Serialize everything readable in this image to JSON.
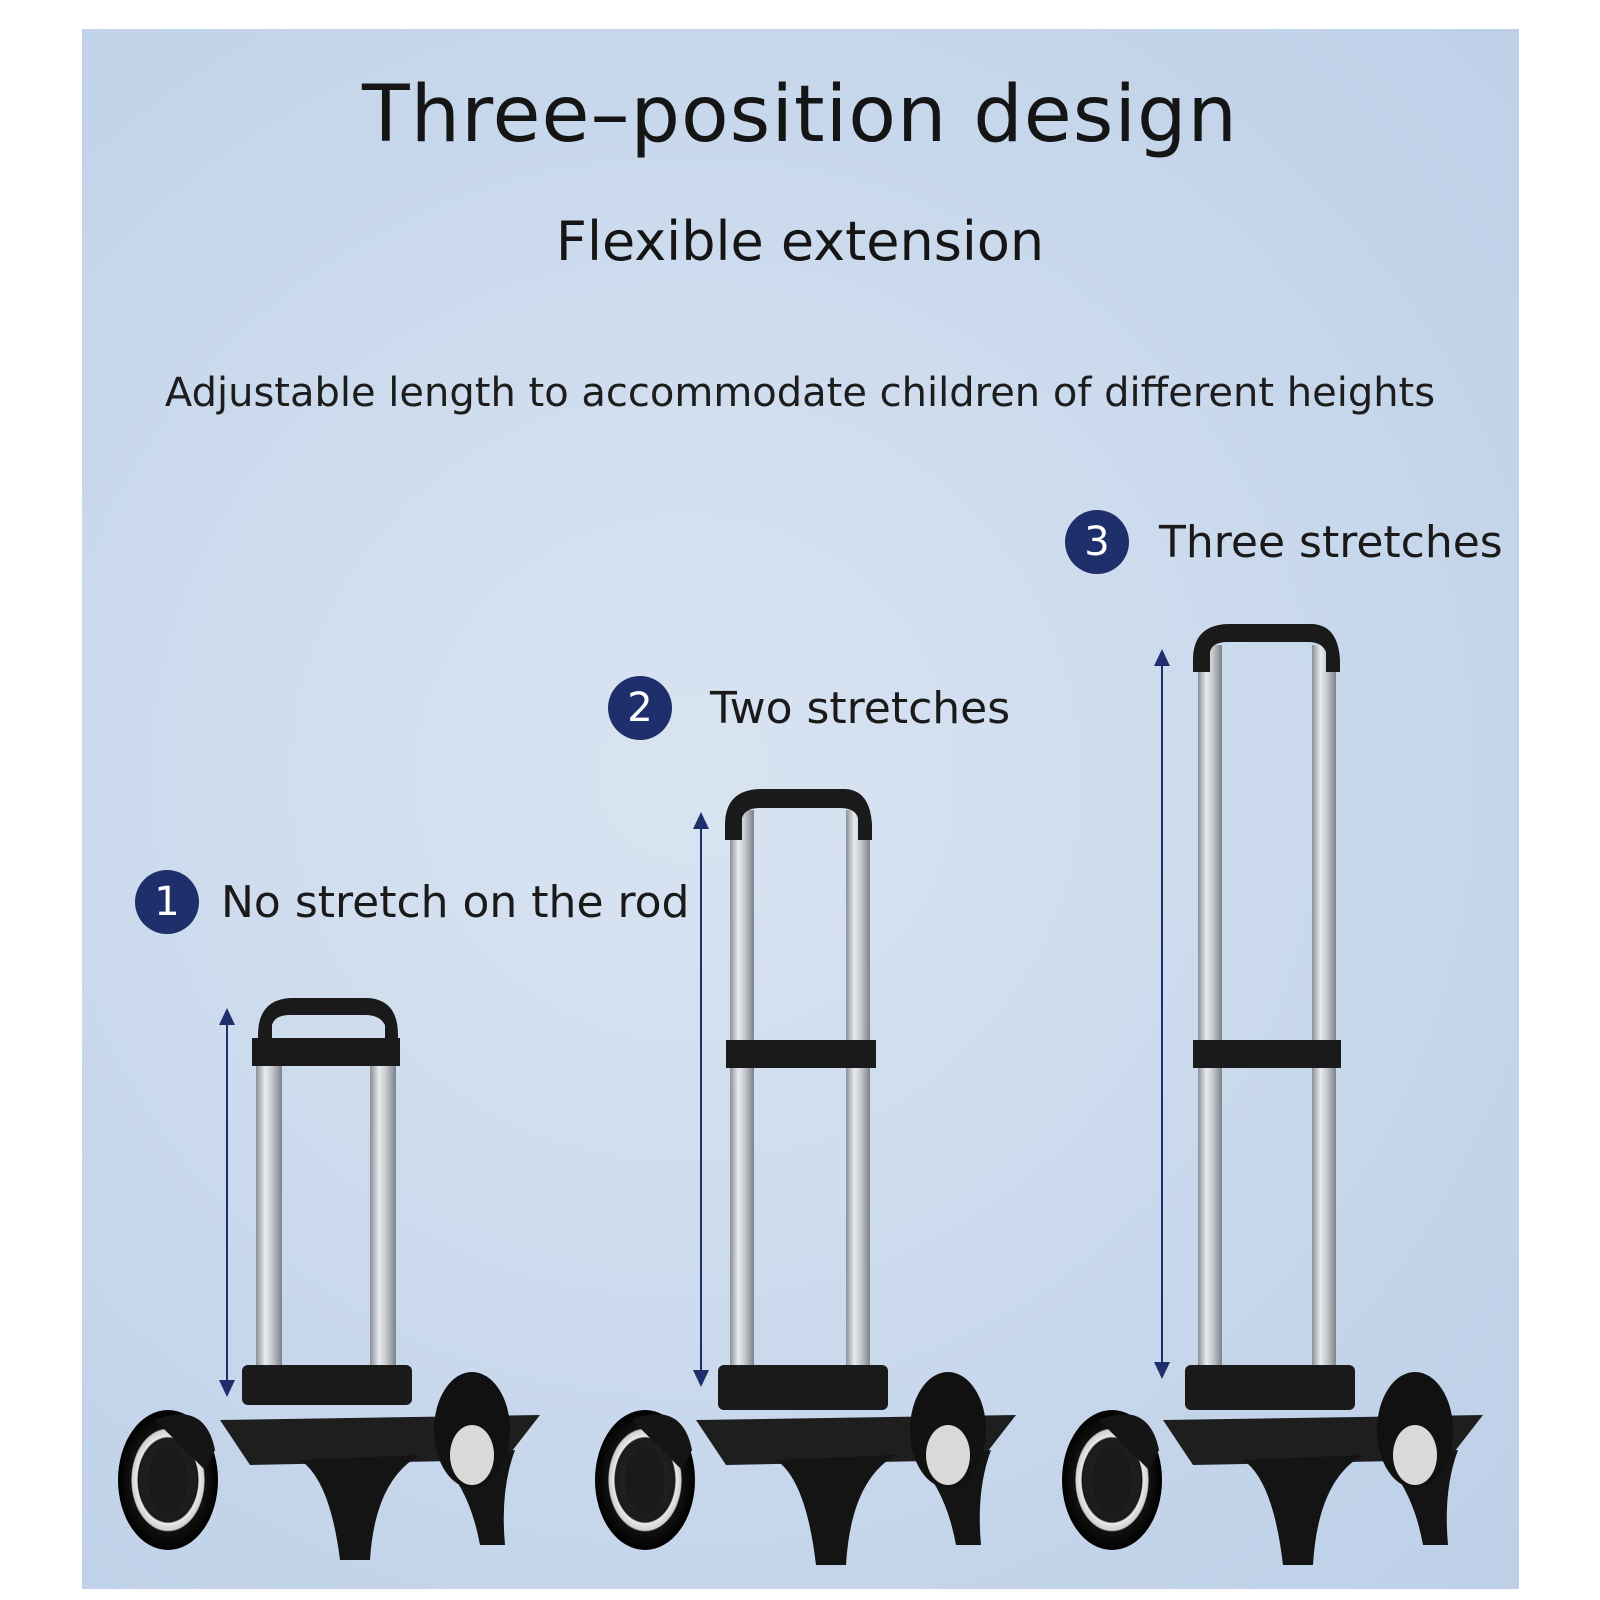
{
  "header": {
    "title": "Three–position design",
    "subtitle": "Flexible extension",
    "description": "Adjustable length to accommodate children of different heights"
  },
  "steps": [
    {
      "number": "1",
      "label": "No stretch on the rod"
    },
    {
      "number": "2",
      "label": "Two stretches"
    },
    {
      "number": "3",
      "label": "Three stretches"
    }
  ],
  "colors": {
    "background": "#c9d9ed",
    "badge": "#1e2f6b",
    "arrow": "#1e2f6b",
    "frame": "#1a1a1a",
    "rod": "#b8bcc2"
  },
  "icons": [
    "double-arrow-icon",
    "trolley-icon"
  ]
}
